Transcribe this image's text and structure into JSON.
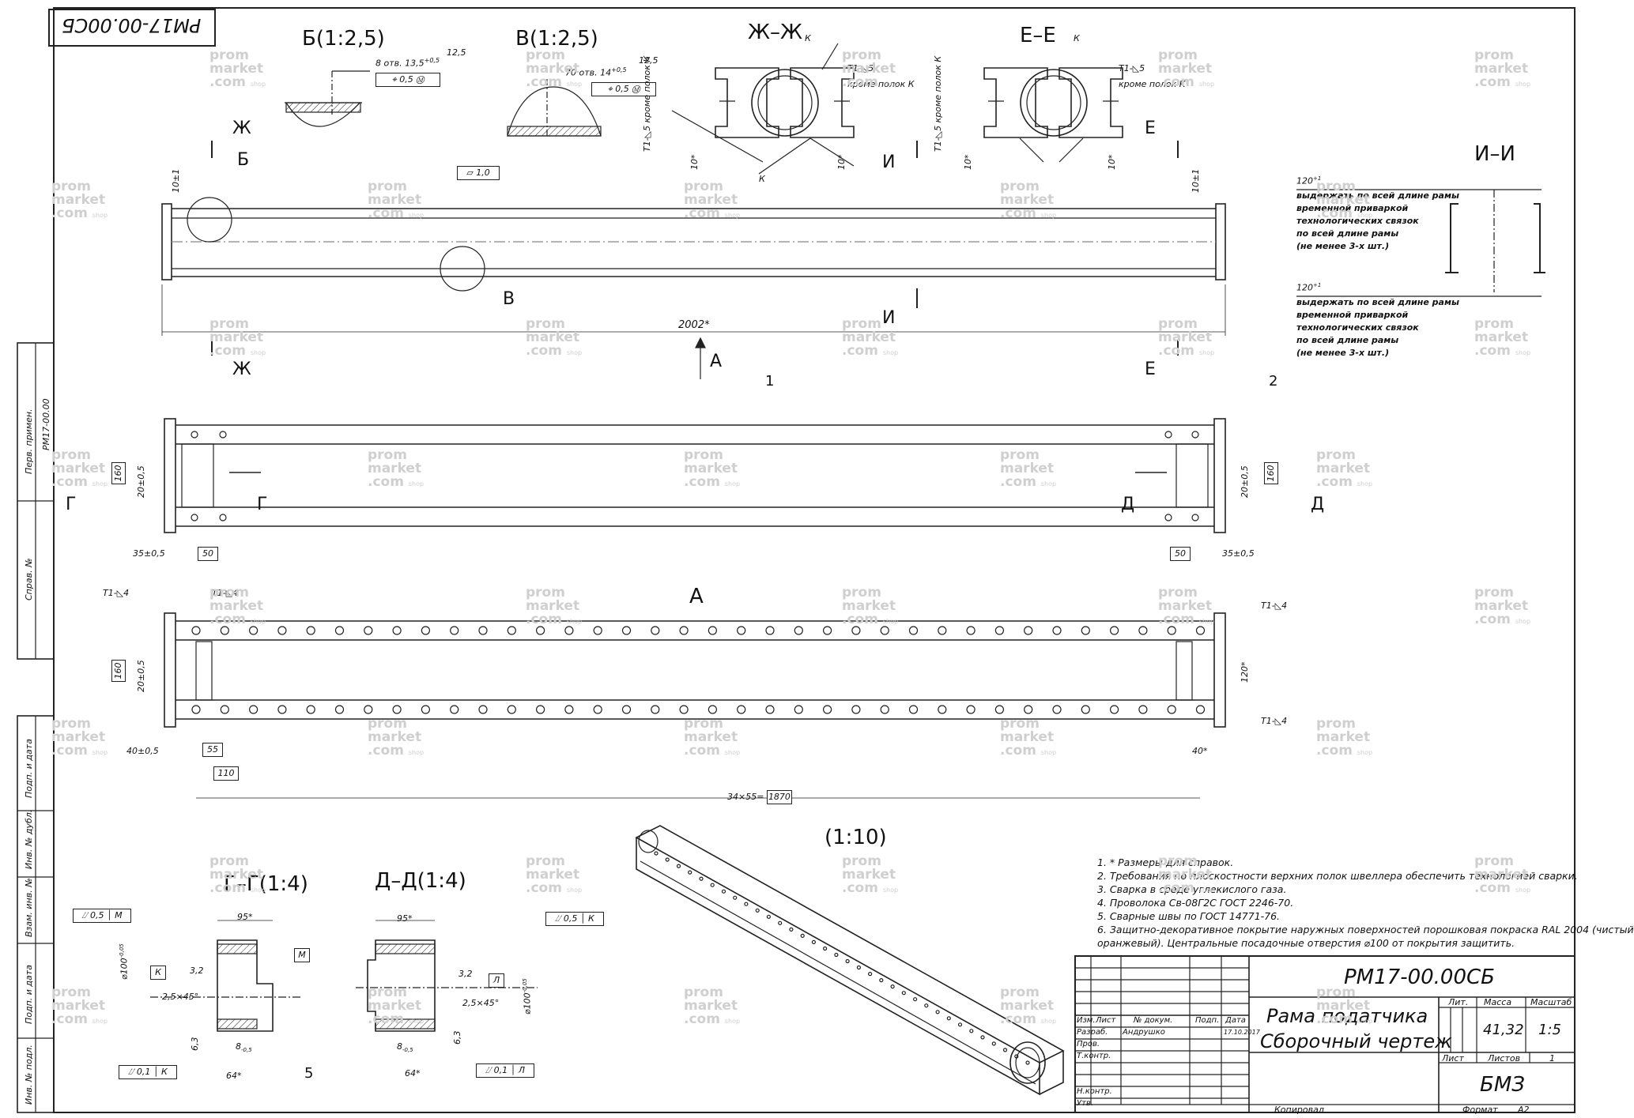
{
  "doc": {
    "stamp_top": "РМ17-00.00СБ",
    "code": "РМ17-00.00СБ",
    "title_line1": "Рама податчика",
    "title_line2": "Сборочный чертеж",
    "org": "БМЗ",
    "mass": "41,32",
    "scale": "1:5",
    "sheet_label": "Лист",
    "sheets_label": "Листов",
    "sheets_value": "1",
    "copied": "Копировал",
    "format_label": "Формат",
    "format_value": "А2"
  },
  "side_stamps": {
    "perv_primen_label": "Перв. примен.",
    "perv_primen_value": "РМ17-00.00",
    "sprav_label": "Справ. №",
    "podp_data_1": "Подп. и дата",
    "inv_dubl": "Инв. № дубл.",
    "vzam_inv": "Взам. инв. №",
    "podp_data_2": "Подп. и дата",
    "inv_podl": "Инв. № подл."
  },
  "title_block": {
    "headers": [
      "Изм.",
      "Лист",
      "№ докум.",
      "Подп.",
      "Дата"
    ],
    "rows": [
      {
        "role": "Разраб.",
        "name": "Андрушко",
        "date": "17.10.2017"
      },
      {
        "role": "Пров.",
        "name": "",
        "date": ""
      },
      {
        "role": "Т.контр.",
        "name": "",
        "date": ""
      },
      {
        "role": "",
        "name": "",
        "date": ""
      },
      {
        "role": "Н.контр.",
        "name": "",
        "date": ""
      },
      {
        "role": "Утв.",
        "name": "",
        "date": ""
      }
    ],
    "lit_label": "Лит.",
    "mass_label": "Масса",
    "scale_label": "Масштаб"
  },
  "views": {
    "b_detail": "Б(1:2,5)",
    "v_detail": "В(1:2,5)",
    "zh_section": "Ж–Ж",
    "e_section": "Е–Е",
    "i_section": "И–И",
    "view_a": "А",
    "iso_scale": "(1:10)",
    "g_section": "Г–Г(1:4)",
    "d_section": "Д–Д(1:4)"
  },
  "callouts": {
    "b_holes": "8 отв. 13,5",
    "b_holes_tol": "+0,5",
    "v_holes": "70 отв. 14",
    "v_holes_tol": "+0,5",
    "pos_tol": "0,5",
    "m_mark": "М",
    "roughness": "12,5",
    "flat_tol": "1,0",
    "weld_t1_5": "Т1-◺5",
    "weld_t1_4": "Т1-◺4",
    "except_k": "кроме полок К",
    "k": "К",
    "dim_10_1": "10±1",
    "dim_10": "10*",
    "dim_2002": "2002*",
    "dim_120": "120*",
    "dim_120_tol": "120",
    "ii_note": "выдержать по всей длине рамы временной приваркой технологических связок по всей длине рамы (не менее 3-х шт.)",
    "ii_note_lines": [
      "выдержать по всей длине рамы",
      "временной приваркой",
      "технологических связок",
      "по всей длине рамы",
      "(не менее 3-х шт.)"
    ],
    "pos1": "1",
    "pos2": "2",
    "pos5": "5",
    "dim_160": "160",
    "dim_20_05": "20±0,5",
    "dim_35_05": "35±0,5",
    "dim_50": "50",
    "dim_40_05": "40±0,5",
    "dim_55": "55",
    "dim_110": "110",
    "dim_40": "40*",
    "dim_chain": "34×55=",
    "dim_1870": "1870",
    "dim_95": "95*",
    "dim_32": "3,2",
    "dim_d100": "⌀100",
    "dim_d100_tol": "-0,05",
    "dim_chamfer": "2,5×45°",
    "dim_63": "6,3",
    "dim_8": "8",
    "dim_8_tol": "-0,5",
    "dim_64": "64*",
    "runout_05": "0,5",
    "runout_01": "0,1",
    "base_k": "К",
    "base_l": "Л",
    "base_m": "М",
    "letter_zh": "Ж",
    "letter_b": "Б",
    "letter_v": "В",
    "letter_i": "И",
    "letter_e": "Е",
    "letter_a": "А",
    "letter_g": "Г",
    "letter_d": "Д"
  },
  "notes": [
    "1.  * Размеры для справок.",
    "2.  Требования по плоскостности верхних полок швеллера обеспечить технологией сварки.",
    "3.  Сварка в среде углекислого газа.",
    "4.  Проволока Св-08Г2С ГОСТ 2246-70.",
    "5.  Сварные швы по ГОСТ 14771-76.",
    "6.  Защитно-декоративное покрытие наружных поверхностей порошковая покраска RAL 2004 (чистый",
    "оранжевый). Центральные посадочные отверстия ⌀100 от покрытия защитить."
  ],
  "watermark": {
    "l1": "prom",
    "l2": "market",
    "l3": ".com",
    "l4": "shop"
  }
}
